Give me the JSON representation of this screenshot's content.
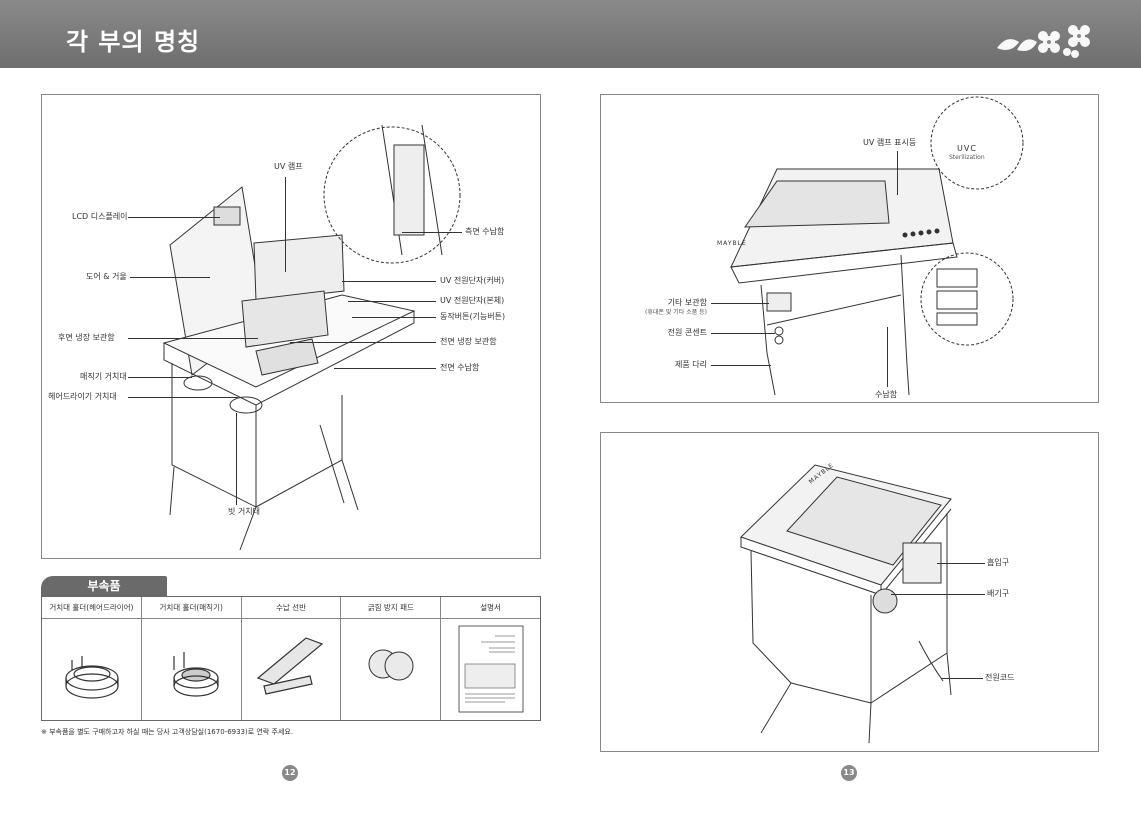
{
  "header": {
    "title": "각 부의 명칭"
  },
  "front_diagram": {
    "labels": {
      "uv_lamp": "UV 램프",
      "lcd": "LCD 디스플레이",
      "side_storage": "측면 수납함",
      "door_mirror": "도어 & 거울",
      "uv_cover": "UV 전원단자(커버)",
      "uv_body": "UV 전원단자(본체)",
      "buttons": "동작버튼(기능버튼)",
      "rear_cold": "후면 냉장 보관함",
      "front_cold": "전면 냉장 보관함",
      "iron_holder": "매직기 거치대",
      "front_storage": "전면 수납함",
      "dryer_holder": "헤어드라이기 거치대",
      "comb_holder": "빗 거치대"
    }
  },
  "accessories": {
    "tab": "부속품",
    "items": [
      {
        "name": "거치대 홀더(헤어드라이어)"
      },
      {
        "name": "거치대 홀더(매직기)"
      },
      {
        "name": "수납 선반"
      },
      {
        "name": "긁힘 방지 패드"
      },
      {
        "name": "설명서"
      }
    ],
    "note": "※ 부속품을 별도 구매하고자 하실 때는 당사 고객상담실(1670-6933)로 연락 주세요."
  },
  "top_right": {
    "labels": {
      "uv_indicator": "UV 램프 표시등",
      "uvc": "UVC",
      "sterilization": "Sterilization",
      "etc_storage": "기타 보관함",
      "etc_storage_sub": "(휴대폰 및 기타 소품 등)",
      "outlet": "전원 콘센트",
      "legs": "제품 다리",
      "storage": "수납함",
      "brand": "MAYBLE"
    }
  },
  "bottom_right": {
    "labels": {
      "intake": "흡입구",
      "exhaust": "배기구",
      "power_cord": "전원코드",
      "brand": "MAYBLE"
    }
  },
  "pages": {
    "left": "12",
    "right": "13"
  },
  "colors": {
    "header": "#7a7a7a",
    "tab": "#6a6a6a",
    "line": "#333333"
  }
}
